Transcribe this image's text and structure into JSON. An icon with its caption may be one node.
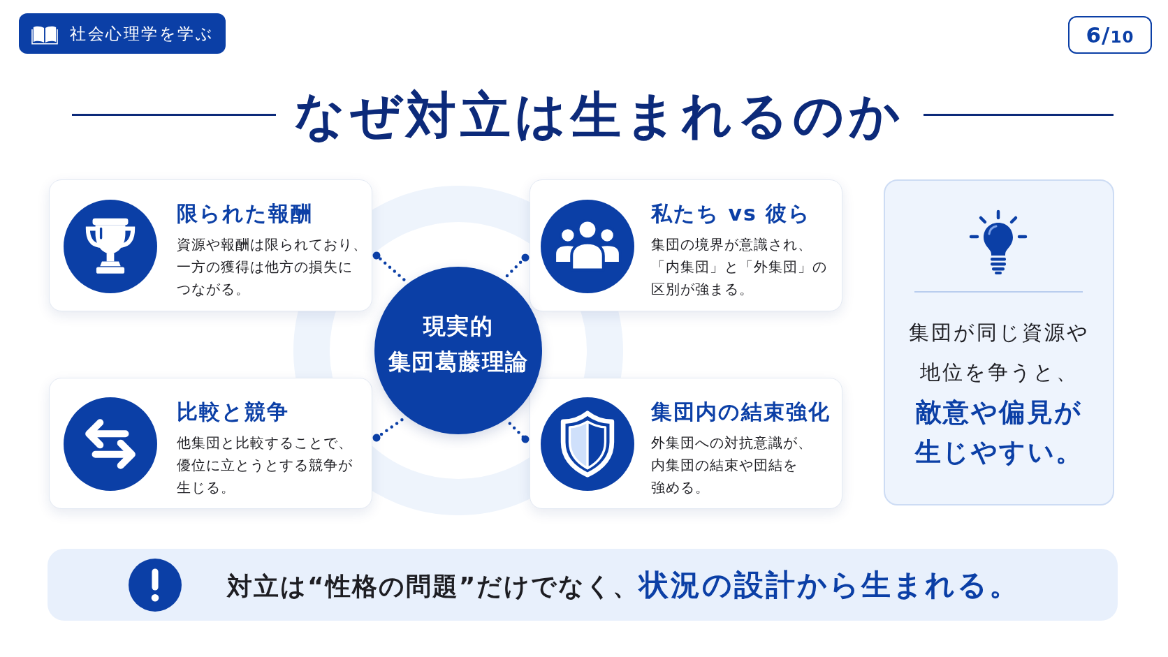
{
  "diagram": {
    "title": "なぜ対立は生まれるのか",
    "nodes": [
      {
        "text": [
          "社会心理学を学ぶ"
        ]
      },
      {
        "text": [
          "6/10"
        ]
      },
      {
        "text": [
          "限られた報酬",
          "資源や報酬は限られており、一方の獲得は他方の損失につながる。"
        ]
      },
      {
        "text": [
          "私たち vs 彼ら",
          "集団の境界が意識され、「内集団」と「外集団」の区別が強まる。"
        ]
      },
      {
        "text": [
          "現実的集団葛藤理論"
        ]
      },
      {
        "text": [
          "比較と競争",
          "他集団と比較することで、優位に立とうとする競争が生じる。"
        ]
      },
      {
        "text": [
          "集団内の結束強化",
          "外集団への対抗意識が、内集団の結束や団結を強める。"
        ]
      },
      {
        "text": [
          "集団が同じ資源や地位を争うと、**敵意や偏見が生じやすい。**"
        ]
      },
      {
        "text": [
          "対立は“性格の問題”だけでなく、**状況の設計から生まれる。**"
        ]
      }
    ],
    "edges": [
      {
        "from": 4,
        "to": 2,
        "arrow": "other",
        "style": "dashed"
      },
      {
        "from": 4,
        "to": 3,
        "arrow": "other",
        "style": "dashed"
      },
      {
        "from": 4,
        "to": 5,
        "arrow": "other",
        "style": "dashed"
      },
      {
        "from": 4,
        "to": 6,
        "arrow": "other",
        "style": "dashed"
      }
    ]
  }
}
